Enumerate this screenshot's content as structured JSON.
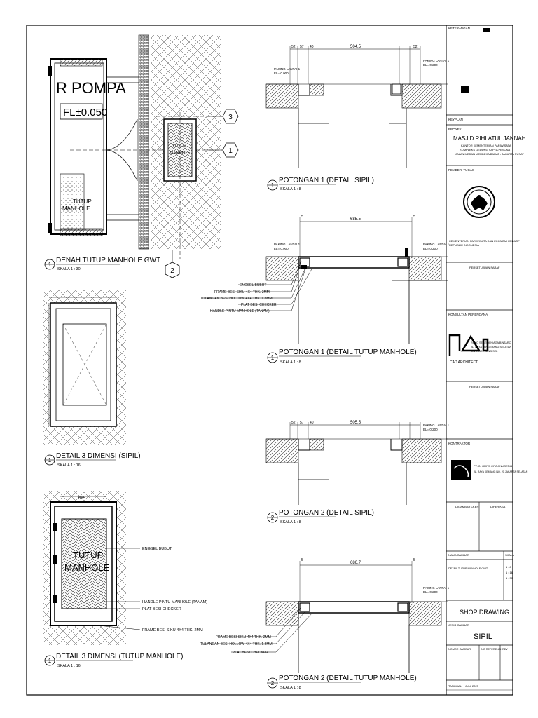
{
  "plan": {
    "room_label": "R POMPA",
    "floor_level": "FL±0.050",
    "manhole_label_line1": "TUTUP",
    "manhole_label_line2": "MANHOLE",
    "grid_1": "1",
    "grid_2": "2",
    "grid_3": "3",
    "title": "DENAH TUTUP MANHOLE GWT",
    "scale": "SKALA 1 : 30",
    "number": "1"
  },
  "detail_sipil": {
    "title": "DETAIL 3 DIMENSI (SIPIL)",
    "scale": "SKALA 1 : 16",
    "number": "1"
  },
  "detail_manhole": {
    "title": "DETAIL 3 DIMENSI (TUTUP MANHOLE)",
    "scale": "SKALA 1 : 16",
    "number": "1",
    "dim_top": "685",
    "label_line1": "TUTUP",
    "label_line2": "MANHOLE",
    "callouts": [
      "ENGSEL BUBUT",
      "HANDLE PINTU MANHOLE (TANAM)",
      "PLAT BESI CHECKER",
      "FRAME BESI SIKU 4X4 THK. 2MM"
    ]
  },
  "sections": {
    "s1_title": "POTONGAN 1 (DETAIL SIPIL)",
    "s1_scale": "SKALA 1 : 8",
    "s2_title": "POTONGAN 1 (DETAIL TUTUP MANHOLE)",
    "s2_scale": "SKALA 1 : 8",
    "s3_title": "POTONGAN 2 (DETAIL SIPIL)",
    "s3_scale": "SKALA 1 : 8",
    "s4_title": "POTONGAN 2 (DETAIL TUTUP MANHOLE)",
    "s4_scale": "SKALA 1 : 8",
    "number": "1",
    "number_2": "2",
    "floor_left": "PAKING LANTAI 1",
    "floor_left_level": "EL= 0.000",
    "floor_right": "PAKING LANTAI 1",
    "floor_right_level": "EL= 0.200",
    "dim_sipil_1": "504.5",
    "dim_sipil_2": "505.5",
    "dim_manhole_1": "685.5",
    "dim_manhole_2": "686.7",
    "dim_small_a": "52",
    "dim_small_b": "57",
    "dim_small_c": "40",
    "dim_side": "5",
    "callouts_s2": [
      "ENGSEL BUBUT",
      "FRAME BESI SIKU 4X4 THK. 2MM",
      "TULANGAN BESI HOLLOW 4X4 THK. 1.8MM",
      "PLAT BESI CHECKER",
      "HANDLE PINTU MANHOLE (TANAM)"
    ],
    "callouts_s4": [
      "FRAME BESI SIKU 4X4 THK. 2MM",
      "TULANGAN BESI HOLLOW 4X4 THK. 1.8MM",
      "PLAT BESI CHECKER"
    ]
  },
  "title_block": {
    "keterangan": "KETERANGAN",
    "keyplan": "KEYPLAN",
    "proyek": "PROYEK",
    "project_name": "MASJID RIHLATUL JANNAH",
    "project_line2": "KANTOR KEMENTERIAN PARIWISATA",
    "project_line3": "KOMPLEKS GEDUNG SAPTA PESONA",
    "project_line4": "JALAN MEDAN MERDEKA BARAT - JAKARTA PUSAT",
    "pemberi_tugas": "PEMBERI TUGAS",
    "owner_line1": "KEMENTERIAN PARIWISATA DAN EKONOMI KREATIF",
    "owner_line2": "REPUBLIK INDONESIA",
    "persetujuan": "PERSETUJUAN PARAF",
    "konsultan": "KONSULTAN PERENCANA",
    "consultant_logo": "CAD ARCHITECT",
    "consultant_line1": "RUKO SENTRA NIAGA BINTARO",
    "consultant_line2": "JL. RAYA TANGERANG SELATAN",
    "consultant_line3": "BINTARO - TANG SEL",
    "persetujuan2": "PERSETUJUAN PARAF",
    "kontraktor": "KONTRAKTOR",
    "contractor_name": "PT. IN GRIYA CITA ANUGERAH",
    "contractor_addr": "JL. RAYA KEMANG NO. 20 JAKARTA SELATAN",
    "digambar": "DIGAMBAR OLEH",
    "diperiksa": "DIPERIKSA",
    "nama_gambar_label": "NAMA GAMBAR",
    "skala_label": "SKALA",
    "drawing_name": "DETAIL TUTUP MANHOLE GWT",
    "scales": [
      "1 : 8",
      "1 : 16",
      "1 : 30"
    ],
    "drawing_type": "SHOP DRAWING",
    "jenis_gambar": "JENIS GAMBAR",
    "discipline": "SIPIL",
    "nomor_gambar": "NOMOR GAMBAR",
    "no_referensi": "NO REFERENSI",
    "rev": "REV",
    "tanggal_label": "TANGGAL",
    "tanggal": "JUNI 2023"
  }
}
